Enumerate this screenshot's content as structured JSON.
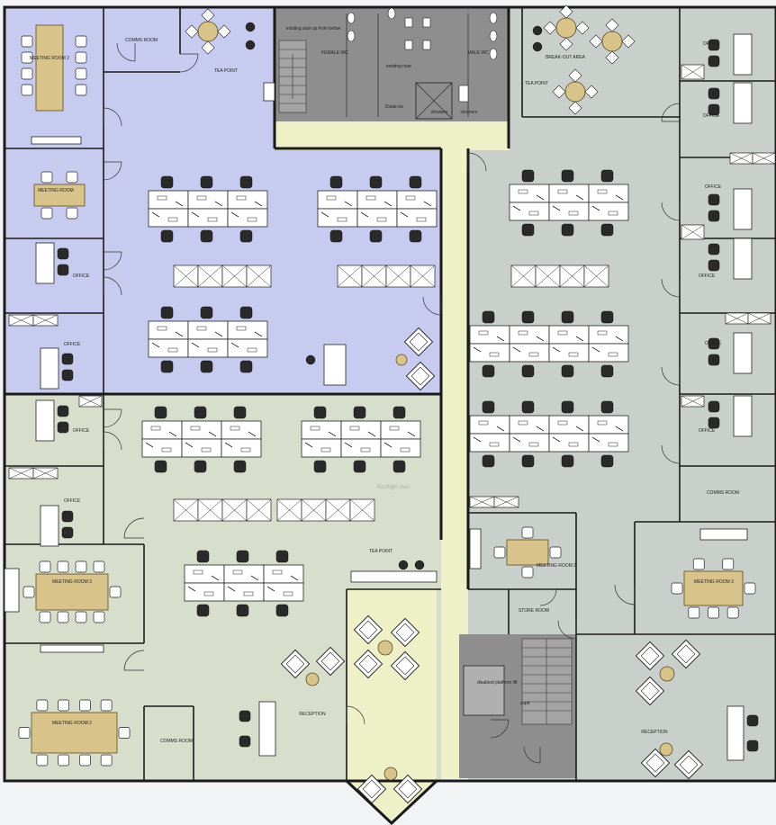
{
  "rooms": {
    "meeting_room_2_top": "MEETING ROOM 2",
    "comms_room_top": "COMMS ROOM",
    "tea_point_top": "TEA POINT",
    "existing_stair": "existing stair up from below",
    "female_wc": "FEMALE WC",
    "male_wc": "MALE WC",
    "existing_riser": "existing riser",
    "disab_wc": "Disab wc",
    "showers": "showers",
    "cleaners": "cleaners",
    "breakout_area": "BREAK-OUT AREA",
    "tea_point_top_right": "TEA POINT",
    "meeting_room_left": "MEETING ROOM",
    "office": "OFFICE",
    "rooflight": "Rooflight over",
    "tea_point_center": "TEA POINT",
    "meeting_room_3_left": "MEETING ROOM 3",
    "meeting_room_2_bottom": "MEETING ROOM 2",
    "comms_room_bottom": "COMMS ROOM",
    "reception_left": "RECEPTION",
    "meeting_room_2_center": "MEETING ROOM 2",
    "store_room": "STORE ROOM",
    "disabled_lift": "disabled platform lift",
    "cupd": "cupd",
    "meeting_room_3_right": "MEETING ROOM 3",
    "comms_room_right": "COMMS ROOM",
    "reception_right": "RECEPTION"
  },
  "colors": {
    "zone_purple": "#c8cbf0",
    "zone_green": "#d7dfcc",
    "zone_grey": "#c9d0cc",
    "zone_core": "#8e8e8e",
    "corridor": "#eef0c8",
    "wood": "#d8c48a",
    "wall": "#1a1a1a"
  }
}
